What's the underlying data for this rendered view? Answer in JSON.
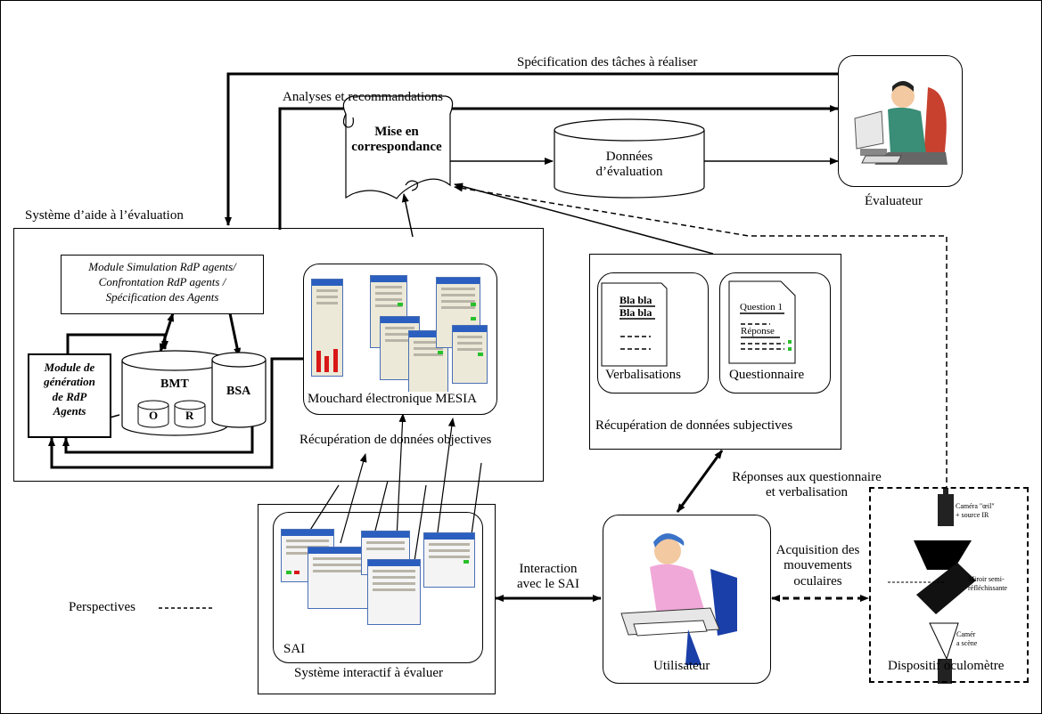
{
  "title_spec": "Spécification des tâches à réaliser",
  "title_analyses": "Analyses et recommandations",
  "mise_line1": "Mise en",
  "mise_line2": "correspondance",
  "donnees_line1": "Données",
  "donnees_line2": "d’évaluation",
  "evaluateur": "Évaluateur",
  "systeme_aide": "Système d’aide à l’évaluation",
  "module_sim_line1": "Module Simulation RdP agents/",
  "module_sim_line2": "Confrontation RdP agents /",
  "module_sim_line3": "Spécification des Agents",
  "module_gen_line1": "Module de",
  "module_gen_line2": "génération",
  "module_gen_line3": "de RdP",
  "module_gen_line4": "Agents",
  "bmt": "BMT",
  "bmt_o": "O",
  "bmt_r": "R",
  "bsa": "BSA",
  "mouchard": "Mouchard électronique MESIA",
  "recup_objectives": "Récupération de données objectives",
  "bla1": "Bla bla",
  "bla2": "Bla bla",
  "verbalisations": "Verbalisations",
  "question1": "Question 1",
  "reponse": "Réponse",
  "questionnaire": "Questionnaire",
  "recup_subjectives": "Récupération de données subjectives",
  "reponses_line1": "Réponses aux questionnaire",
  "reponses_line2": "et verbalisation",
  "interaction_line1": "Interaction",
  "interaction_line2": "avec le SAI",
  "acquisition_line1": "Acquisition des",
  "acquisition_line2": "mouvements",
  "acquisition_line3": "oculaires",
  "sai": "SAI",
  "systeme_interactif": "Système interactif à évaluer",
  "utilisateur": "Utilisateur",
  "camera_oeil_line1": "Caméra \"œil\"",
  "camera_oeil_line2": "+ source IR",
  "miroir_line1": "Miroir semi-",
  "miroir_line2": "réfléchissante",
  "camera_scene_line1": "Camér",
  "camera_scene_line2": "a scène",
  "dispositif": "Dispositif oculomètre",
  "perspectives": "Perspectives",
  "colors": {
    "line": "#000000",
    "window_title": "#2b5fbf",
    "led_green": "#29c02c",
    "bar_red": "#d81818",
    "person_shirt": "#f0a8d8"
  }
}
